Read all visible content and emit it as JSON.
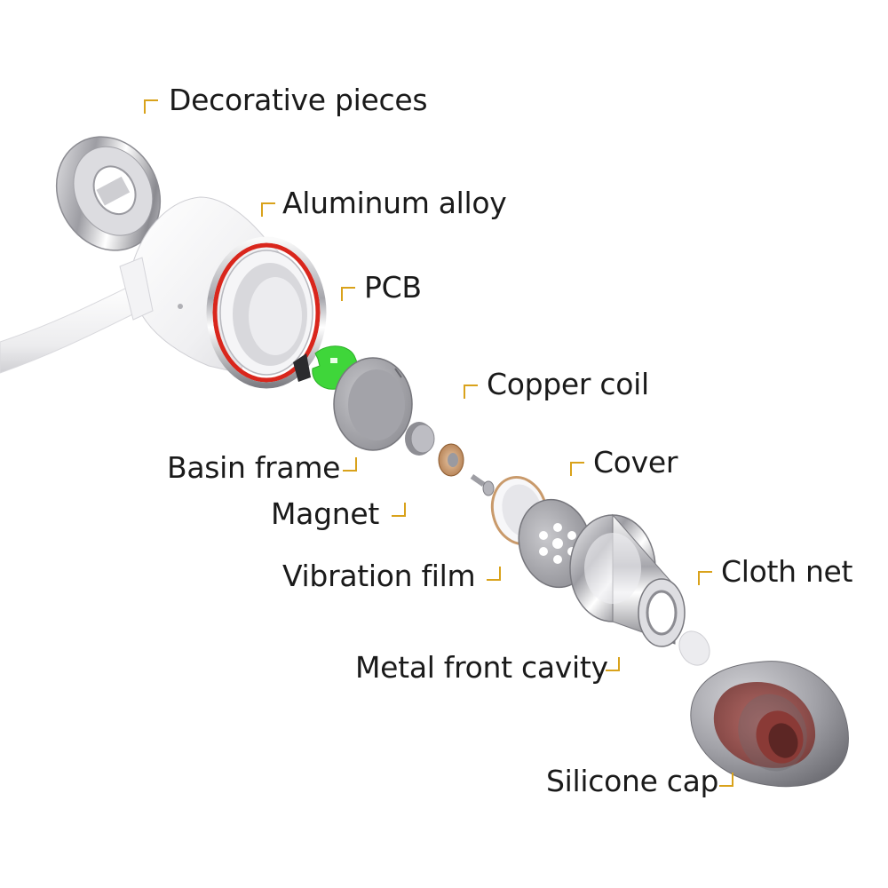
{
  "colors": {
    "bracket": "#d9a21b",
    "text": "#1a1a1a",
    "pcb": "#3fd63a",
    "chrome": "#c8c8cc",
    "red_ring": "#d9261c",
    "silicone": "#9a9a9e"
  },
  "labels": {
    "decorative_pieces": "Decorative pieces",
    "aluminum_alloy": "Aluminum alloy",
    "pcb": "PCB",
    "copper_coil": "Copper coil",
    "basin_frame": "Basin frame",
    "cover": "Cover",
    "magnet": "Magnet",
    "vibration_film": "Vibration film",
    "cloth_net": "Cloth net",
    "metal_front_cavity": "Metal front cavity",
    "silicone_cap": "Silicone cap"
  }
}
